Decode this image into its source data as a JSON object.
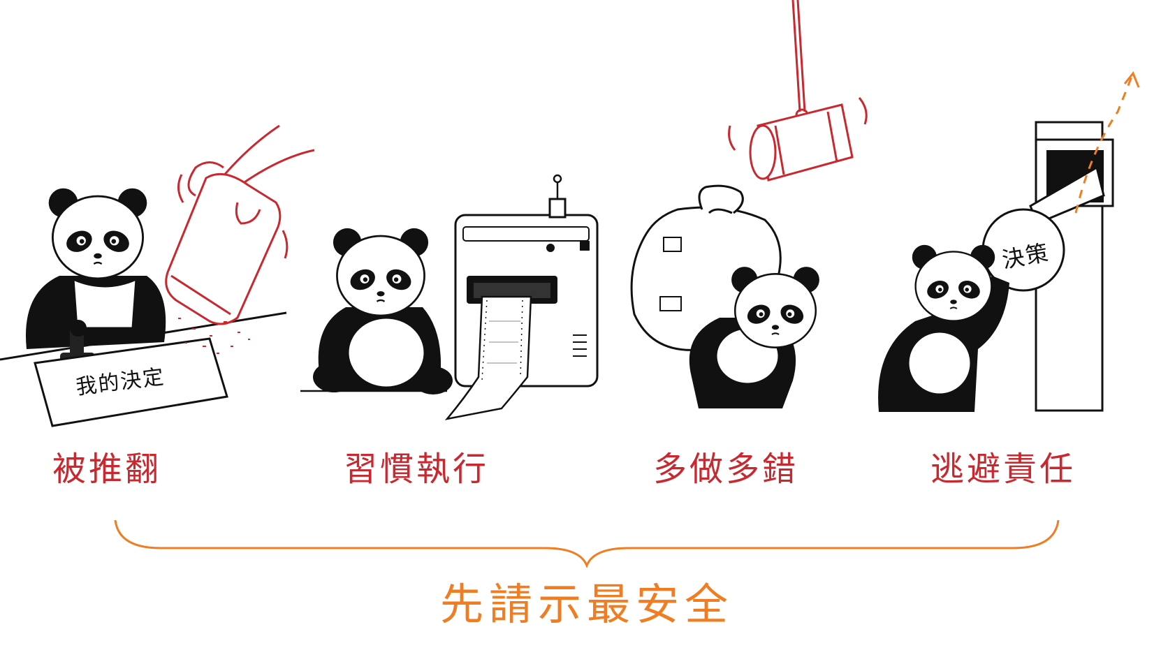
{
  "captions": [
    "被推翻",
    "習慣執行",
    "多做多錯",
    "逃避責任"
  ],
  "paper_text": "我的決定",
  "ball_text": "決策",
  "summary": "先請示最安全",
  "colors": {
    "red": "#c8282e",
    "orange": "#f07d22",
    "ink": "#111111"
  }
}
